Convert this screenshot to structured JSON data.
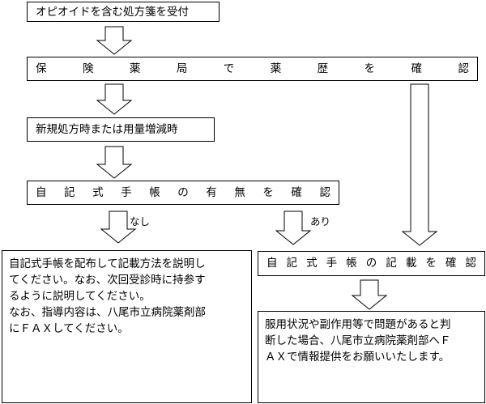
{
  "steps": {
    "receive": "オピオイドを含む処方箋を受付",
    "check_history": "保険薬局で薬歴を確認",
    "condition": "新規処方時または用量増減時",
    "check_notebook_exists": "自記式手帳の有無を確認",
    "check_notebook_entries": "自記式手帳の記載を確認"
  },
  "branches": {
    "no": "なし",
    "yes": "あり"
  },
  "no_notebook_instructions": [
    "自記式手帳を配布して記載方法を説明し",
    "てください。なお、次回受診時に持参す",
    "るように説明してください。",
    "なお、指導内容は、八尾市立病院薬剤部",
    "にＦＡＸしてください。"
  ],
  "report_instructions": [
    "服用状況や副作用等で問題があると判",
    "断した場合、八尾市立病院薬剤部へＦ",
    "ＡＸで情報提供をお願いいたします。"
  ]
}
